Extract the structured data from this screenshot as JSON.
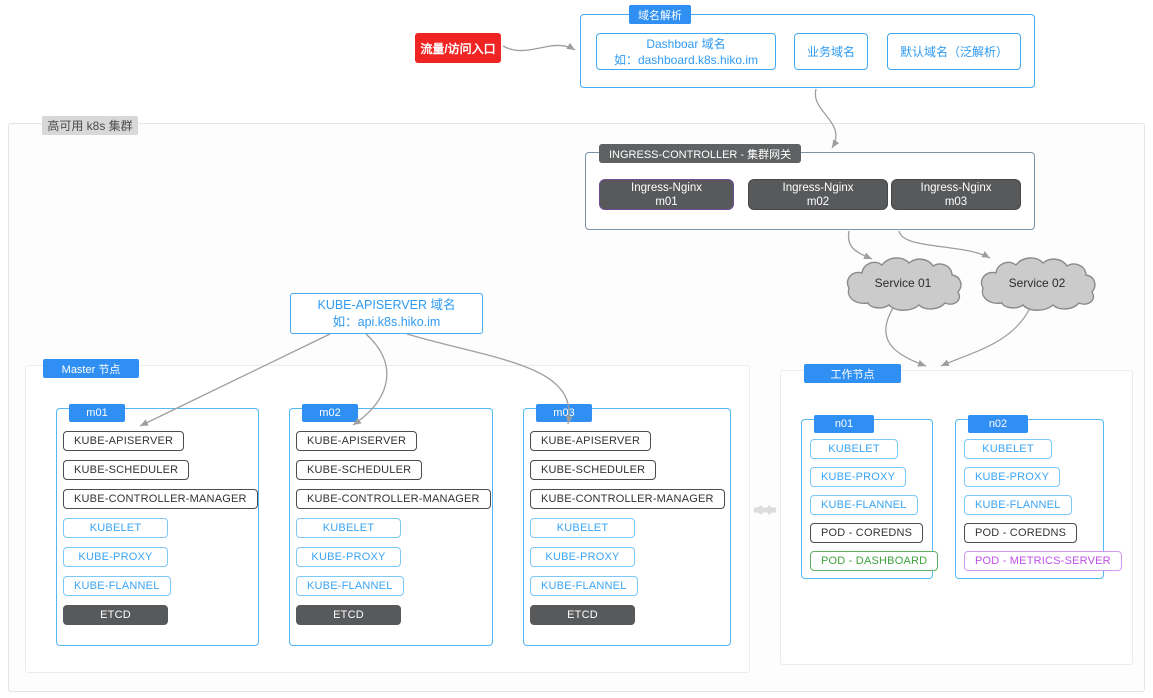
{
  "colors": {
    "accent_blue": "#2f8ff2",
    "light_blue_border": "#54b8f3",
    "entry_red": "#f12424",
    "dark_gray_fill": "#58595b",
    "ingress_m01_border": "#6e4d96",
    "pod_green": "#3fa43f",
    "pod_purple": "#c050ec",
    "cloud_gray": "#cbcbcb",
    "arrow_gray": "#9e9e9e"
  },
  "entry_label": "流量/访问入口",
  "cluster_tag": "高可用 k8s 集群",
  "dns": {
    "tag": "域名解析",
    "dashboard": {
      "line1": "Dashboar 域名",
      "line2": "如：dashboard.k8s.hiko.im"
    },
    "business": "业务域名",
    "default_domain": "默认域名（泛解析）"
  },
  "ingress": {
    "tag": "INGRESS-CONTROLLER - 集群网关",
    "nodes": [
      {
        "name": "Ingress-Nginx",
        "host": "m01"
      },
      {
        "name": "Ingress-Nginx",
        "host": "m02"
      },
      {
        "name": "Ingress-Nginx",
        "host": "m03"
      }
    ]
  },
  "services": [
    {
      "label": "Service 01"
    },
    {
      "label": "Service 02"
    }
  ],
  "apiserver_dns": {
    "line1": "KUBE-APISERVER 域名",
    "line2": "如：api.k8s.hiko.im"
  },
  "master": {
    "tag": "Master 节点",
    "nodes": [
      {
        "name": "m01",
        "components": [
          "KUBE-APISERVER",
          "KUBE-SCHEDULER",
          "KUBE-CONTROLLER-MANAGER",
          "KUBELET",
          "KUBE-PROXY",
          "KUBE-FLANNEL",
          "ETCD"
        ]
      },
      {
        "name": "m02",
        "components": [
          "KUBE-APISERVER",
          "KUBE-SCHEDULER",
          "KUBE-CONTROLLER-MANAGER",
          "KUBELET",
          "KUBE-PROXY",
          "KUBE-FLANNEL",
          "ETCD"
        ]
      },
      {
        "name": "m03",
        "components": [
          "KUBE-APISERVER",
          "KUBE-SCHEDULER",
          "KUBE-CONTROLLER-MANAGER",
          "KUBELET",
          "KUBE-PROXY",
          "KUBE-FLANNEL",
          "ETCD"
        ]
      }
    ]
  },
  "workers": {
    "tag": "工作节点",
    "nodes": [
      {
        "name": "n01",
        "components": [
          "KUBELET",
          "KUBE-PROXY",
          "KUBE-FLANNEL",
          "POD - COREDNS",
          "POD - DASHBOARD"
        ]
      },
      {
        "name": "n02",
        "components": [
          "KUBELET",
          "KUBE-PROXY",
          "KUBE-FLANNEL",
          "POD - COREDNS",
          "POD - METRICS-SERVER"
        ]
      }
    ]
  }
}
